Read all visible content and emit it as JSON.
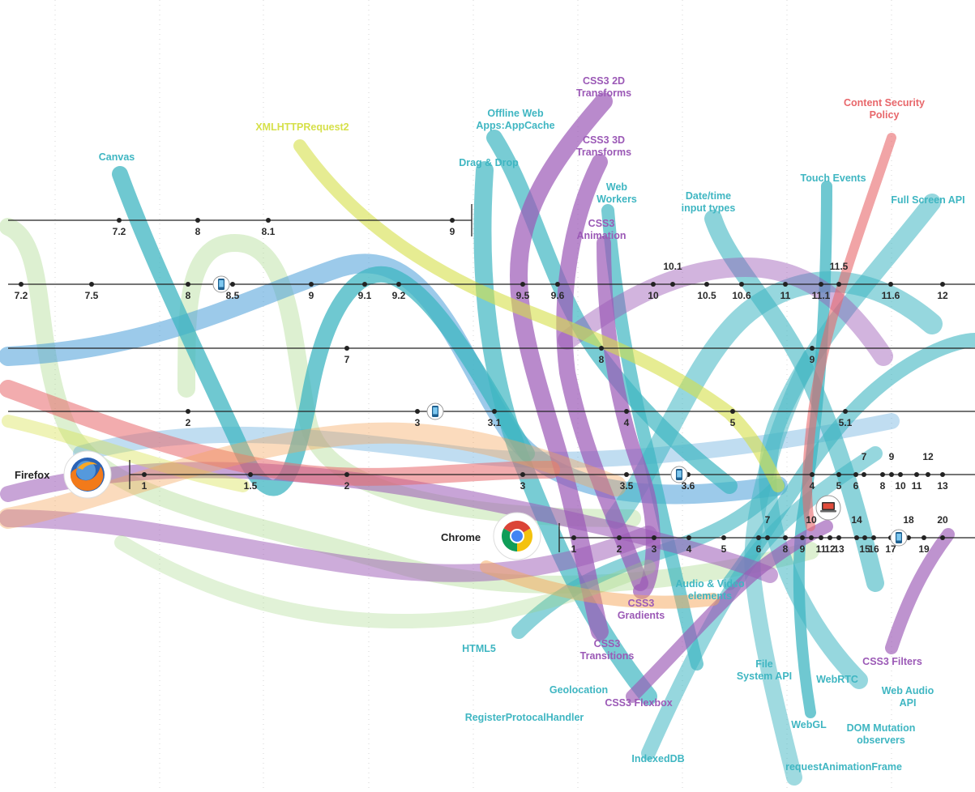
{
  "colors": {
    "teal": "#3fb6c2",
    "purple": "#9b59b6",
    "yellow": "#d6e04a",
    "red": "#e8676b",
    "green": "#9dd47a",
    "blue": "#4a9fd8",
    "orange": "#f5a55a"
  },
  "browsers": {
    "firefox": {
      "name": "Firefox",
      "icon": "firefox-icon"
    },
    "chrome": {
      "name": "Chrome",
      "icon": "chrome-icon"
    }
  },
  "timelines": [
    {
      "id": "ie",
      "versions": [
        "7.2",
        "8",
        "8.1",
        "9"
      ]
    },
    {
      "id": "safari",
      "versions": [
        "7.2",
        "7.5",
        "8",
        "8.5",
        "9",
        "9.1",
        "9.2",
        "9.5",
        "9.6",
        "10",
        "10.1",
        "10.5",
        "10.6",
        "11",
        "11.1",
        "11.5",
        "11.6",
        "12"
      ]
    },
    {
      "id": "ie-desktop",
      "versions": [
        "7",
        "8",
        "9"
      ]
    },
    {
      "id": "safari-desktop",
      "versions": [
        "2",
        "3",
        "3.1",
        "4",
        "5",
        "5.1"
      ]
    },
    {
      "id": "firefox",
      "versions": [
        "1",
        "1.5",
        "2",
        "3",
        "3.5",
        "3.6",
        "4",
        "5",
        "6",
        "7",
        "8",
        "9",
        "10",
        "11",
        "12",
        "13"
      ]
    },
    {
      "id": "chrome",
      "versions": [
        "1",
        "2",
        "3",
        "4",
        "5",
        "6",
        "7",
        "8",
        "9",
        "10",
        "11",
        "12",
        "13",
        "14",
        "15",
        "16",
        "17",
        "18",
        "19",
        "20"
      ]
    }
  ],
  "features": [
    {
      "name": "Canvas",
      "color": "teal"
    },
    {
      "name": "XMLHTTPRequest2",
      "color": "yellow"
    },
    {
      "name": "Offline Web Apps:AppCache",
      "color": "teal"
    },
    {
      "name": "Drag & Drop",
      "color": "teal"
    },
    {
      "name": "CSS3 2D Transforms",
      "color": "purple"
    },
    {
      "name": "CSS3 3D Transforms",
      "color": "purple"
    },
    {
      "name": "Web Workers",
      "color": "teal"
    },
    {
      "name": "CSS3 Animation",
      "color": "purple"
    },
    {
      "name": "Date/time input types",
      "color": "teal"
    },
    {
      "name": "Content Security Policy",
      "color": "red"
    },
    {
      "name": "Touch Events",
      "color": "teal"
    },
    {
      "name": "Full Screen API",
      "color": "teal"
    },
    {
      "name": "Audio & Video elements",
      "color": "teal"
    },
    {
      "name": "CSS3 Gradients",
      "color": "purple"
    },
    {
      "name": "HTML5",
      "color": "teal"
    },
    {
      "name": "CSS3 Transitions",
      "color": "purple"
    },
    {
      "name": "Geolocation",
      "color": "teal"
    },
    {
      "name": "RegisterProtocalHandler",
      "color": "teal"
    },
    {
      "name": "CSS3 Flexbox",
      "color": "purple"
    },
    {
      "name": "IndexedDB",
      "color": "teal"
    },
    {
      "name": "File System API",
      "color": "teal"
    },
    {
      "name": "WebGL",
      "color": "teal"
    },
    {
      "name": "WebRTC",
      "color": "teal"
    },
    {
      "name": "requestAnimationFrame",
      "color": "teal"
    },
    {
      "name": "CSS3 Filters",
      "color": "purple"
    },
    {
      "name": "Web Audio API",
      "color": "teal"
    },
    {
      "name": "DOM Mutation observers",
      "color": "teal"
    }
  ]
}
